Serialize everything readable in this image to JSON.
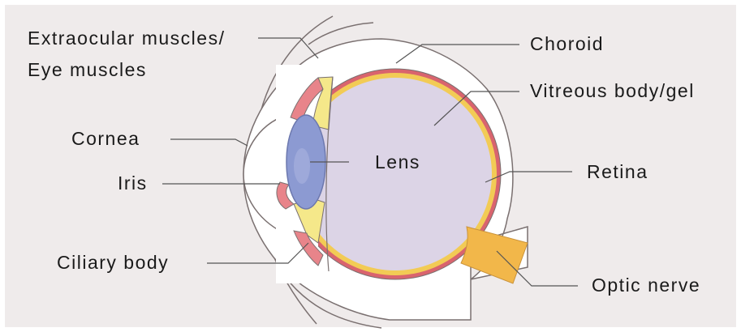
{
  "labels": {
    "extraocular_line1": "Extraocular muscles/",
    "extraocular_line2": "Eye muscles",
    "choroid": "Choroid",
    "vitreous": "Vitreous body/gel",
    "cornea": "Cornea",
    "lens": "Lens",
    "iris": "Iris",
    "retina": "Retina",
    "ciliary_body": "Ciliary body",
    "optic_nerve": "Optic nerve"
  },
  "colors": {
    "background": "#efebeb",
    "sclera": "#ffffff",
    "outline": "#7a7070",
    "choroid": "#d9646e",
    "retina_yellow": "#f2cb55",
    "vitreous": "#dcd4e6",
    "lens": "#8c9ad2",
    "iris_pink": "#e8848a",
    "ciliary_yellow": "#f5e88a",
    "optic_nerve": "#f2b74a",
    "leader_line": "#555555"
  }
}
